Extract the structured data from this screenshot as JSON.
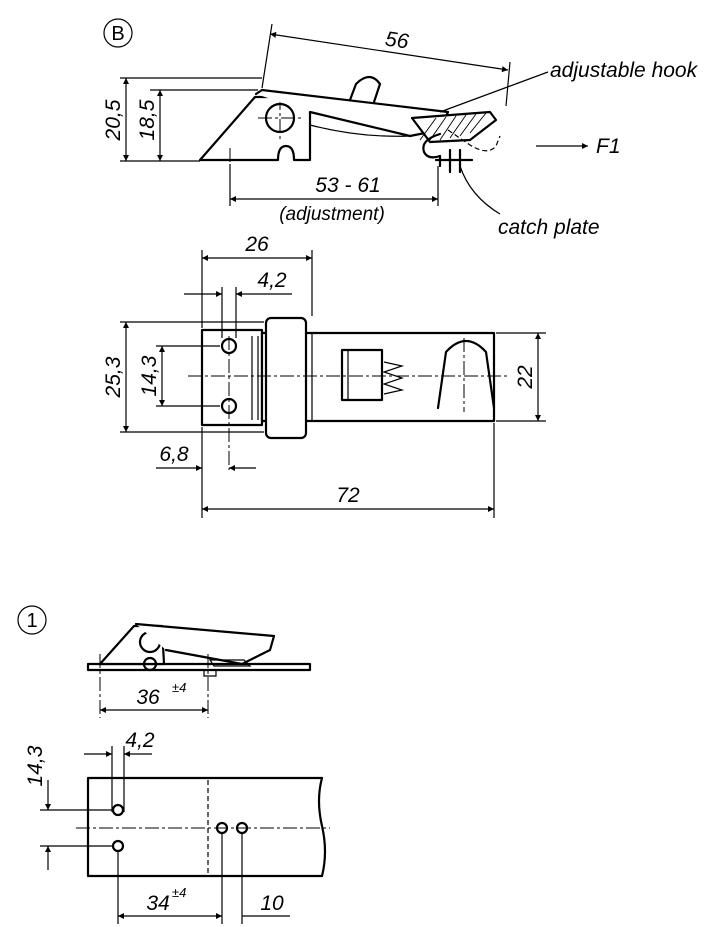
{
  "views": {
    "b": {
      "marker": "B",
      "dim_length": "56",
      "dim_height_outer": "20,5",
      "dim_height_inner": "18,5",
      "dim_adjust": "53 - 61",
      "dim_adjust_note": "(adjustment)",
      "label_hook": "adjustable hook",
      "label_catch": "catch plate",
      "label_force": "F1"
    },
    "top": {
      "dim_width": "26",
      "dim_hole_offset": "4,2",
      "dim_outer_height": "25,3",
      "dim_hole_spacing": "14,3",
      "dim_body_height": "22",
      "dim_edge": "6,8",
      "dim_length": "72"
    },
    "one": {
      "marker": "1",
      "dim_side": "36",
      "dim_side_tol": "±4",
      "dim_hole_offset": "4,2",
      "dim_hole_spacing": "14,3",
      "dim_bottom": "34",
      "dim_bottom_tol": "±4",
      "dim_small": "10"
    }
  }
}
